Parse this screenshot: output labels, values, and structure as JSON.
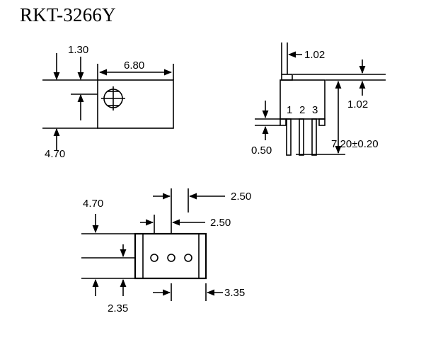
{
  "title": "RKT-3266Y",
  "side_view": {
    "dim_height_top": "1.30",
    "dim_width": "6.80",
    "dim_height_bottom": "4.70"
  },
  "front_view": {
    "dim_lead_width": "1.02",
    "dim_top_height": "1.02",
    "dim_standoff": "0.50",
    "dim_total_height": "7.20±0.20",
    "pin_labels": [
      "1",
      "2",
      "3"
    ]
  },
  "bottom_view": {
    "dim_depth": "4.70",
    "dim_pitch_a": "2.50",
    "dim_pitch_b": "2.50",
    "dim_pin_offset": "2.35",
    "dim_edge": "3.35"
  }
}
